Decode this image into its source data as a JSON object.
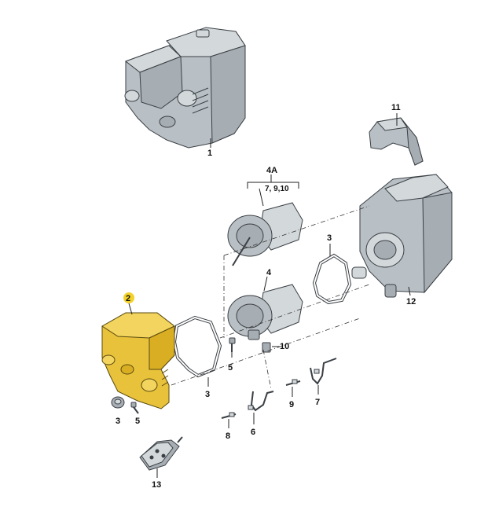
{
  "callouts": {
    "c1": "1",
    "c2": "2",
    "c3a": "3",
    "c3b": "3",
    "c3c": "3",
    "c4": "4",
    "c4a": "4A",
    "c4a_sub": "7, 9,10",
    "c5a": "5",
    "c5b": "5",
    "c6": "6",
    "c7": "7",
    "c8": "8",
    "c9": "9",
    "c10": "10",
    "c11": "11",
    "c12": "12",
    "c13": "13"
  },
  "colors": {
    "highlight_part": "#e8c23a",
    "callout_highlight": "#f2d22a",
    "grey_part": "#b9c0c5"
  }
}
